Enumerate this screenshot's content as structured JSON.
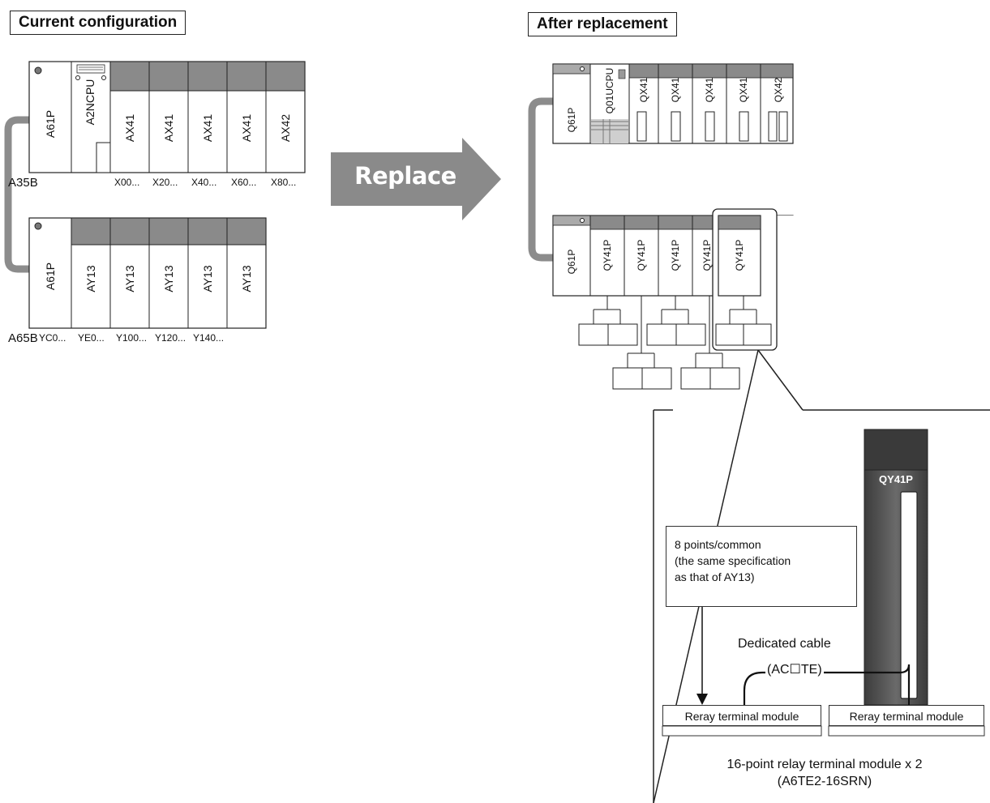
{
  "headings": {
    "current": "Current configuration",
    "after": "After replacement"
  },
  "arrow_label": "Replace",
  "current": {
    "rack1": {
      "base": "A35B",
      "power": "A61P",
      "cpu": "A2NCPU",
      "modules": [
        "AX41",
        "AX41",
        "AX41",
        "AX41",
        "AX42"
      ],
      "addresses": [
        "X00...",
        "X20...",
        "X40...",
        "X60...",
        "X80..."
      ]
    },
    "rack2": {
      "base": "A65B",
      "power": "A61P",
      "modules": [
        "AY13",
        "AY13",
        "AY13",
        "AY13",
        "AY13"
      ],
      "addresses": [
        "YC0...",
        "YE0...",
        "Y100...",
        "Y120...",
        "Y140..."
      ]
    }
  },
  "after": {
    "rack1": {
      "power": "Q61P",
      "cpu": "Q01UCPU",
      "modules": [
        "QX41",
        "QX41",
        "QX41",
        "QX41",
        "QX42"
      ]
    },
    "rack2": {
      "power": "Q61P",
      "modules": [
        "QY41P",
        "QY41P",
        "QY41P",
        "QY41P",
        "QY41P"
      ]
    }
  },
  "detail": {
    "module_label": "QY41P",
    "note_lines": [
      "8 points/common",
      "(the same specification",
      "as that of AY13)"
    ],
    "cable_label": "Dedicated cable",
    "cable_model": "(AC☐TE)",
    "terminals": [
      "Reray terminal module",
      "Reray terminal module"
    ],
    "caption_lines": [
      "16-point relay terminal module x 2",
      "(A6TE2-16SRN)"
    ]
  },
  "colors": {
    "module_header": "#8a8a8a",
    "cable": "#8c8c8c",
    "arrow": "#8a8a8a",
    "module_body_dark": "#4a4a4a"
  }
}
